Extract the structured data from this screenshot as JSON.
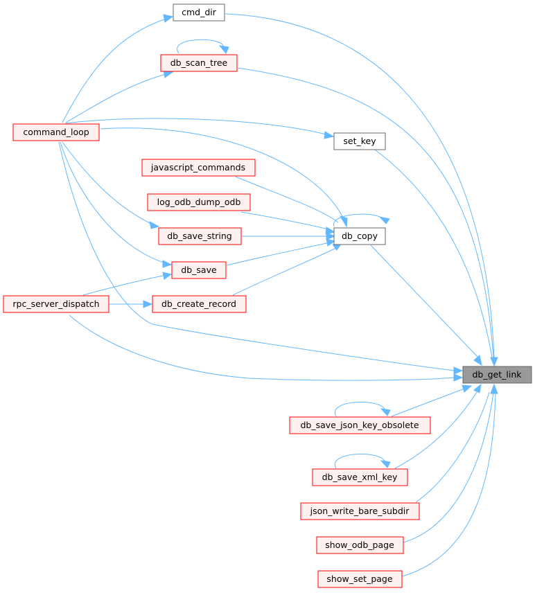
{
  "colors": {
    "edge": "#63b8ff",
    "plain_border": "#666666",
    "plain_fill": "#ffffff",
    "red_border": "#ff0000",
    "red_fill": "#fff0f0",
    "focus_border": "#666666",
    "focus_fill": "#999999"
  },
  "nodes": {
    "cmd_dir": "cmd_dir",
    "db_scan_tree": "db_scan_tree",
    "command_loop": "command_loop",
    "set_key": "set_key",
    "javascript_commands": "javascript_commands",
    "log_odb_dump_odb": "log_odb_dump_odb",
    "db_save_string": "db_save_string",
    "db_copy": "db_copy",
    "db_save": "db_save",
    "rpc_server_dispatch": "rpc_server_dispatch",
    "db_create_record": "db_create_record",
    "db_get_link": "db_get_link",
    "db_save_json_key_obsolete": "db_save_json_key_obsolete",
    "db_save_xml_key": "db_save_xml_key",
    "json_write_bare_subdir": "json_write_bare_subdir",
    "show_odb_page": "show_odb_page",
    "show_set_page": "show_set_page"
  }
}
